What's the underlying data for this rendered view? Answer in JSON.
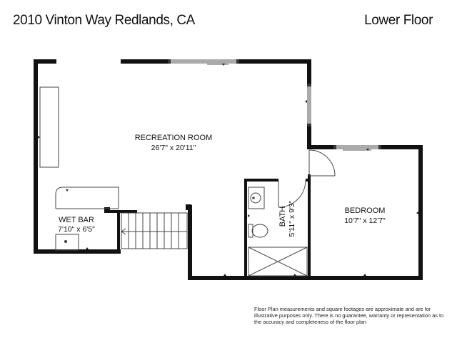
{
  "header": {
    "address": "2010 Vinton Way Redlands, CA",
    "floor": "Lower Floor"
  },
  "rooms": {
    "recreation": {
      "name": "RECREATION ROOM",
      "dims": "26'7\" x 20'11\""
    },
    "wet_bar": {
      "name": "WET BAR",
      "dims": "7'10\" x 6'5\""
    },
    "bath": {
      "name": "BATH",
      "dims": "5'11\" x 9'3\""
    },
    "bedroom": {
      "name": "BEDROOM",
      "dims": "10'7\" x 12'7\""
    }
  },
  "disclaimer": "Floor Plan measurements and square footages are approximate and are for illustrative purposes only. There is no guarantee, warranty or representation as to the accuracy and completeness of the floor plan"
}
